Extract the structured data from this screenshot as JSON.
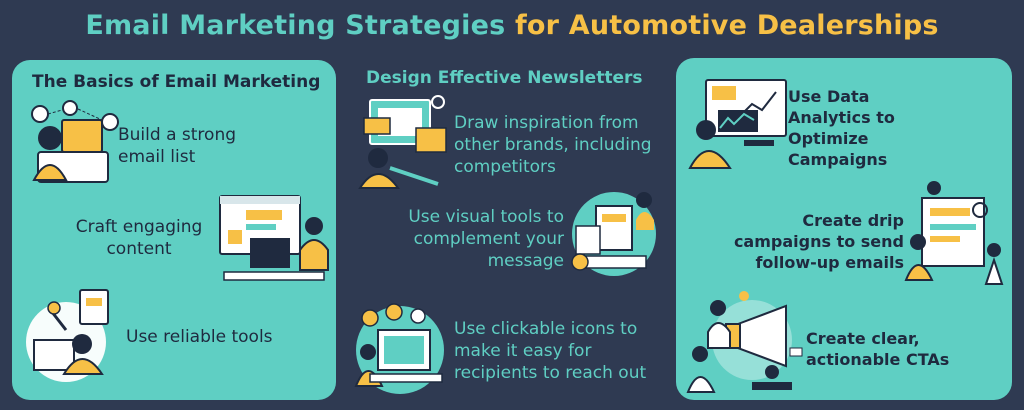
{
  "title": {
    "part1": "Email Marketing  Strategies ",
    "part2": "for Automotive Dealerships"
  },
  "colors": {
    "background": "#2f3a52",
    "panel": "#5fcfc3",
    "accent_yellow": "#f7c046",
    "dark_text": "#1f2a3f"
  },
  "left": {
    "heading": "The Basics of Email Marketing",
    "items": [
      {
        "label": "Build a strong email list",
        "icon": "email-list-illustration"
      },
      {
        "label": "Craft engaging content",
        "icon": "content-writing-illustration"
      },
      {
        "label": "Use reliable tools",
        "icon": "tools-illustration"
      }
    ]
  },
  "middle": {
    "heading": "Design Effective Newsletters",
    "items": [
      {
        "label": "Draw inspiration from other brands, including competitors",
        "icon": "inspiration-illustration"
      },
      {
        "label": "Use visual tools to complement your message",
        "icon": "visual-tools-illustration"
      },
      {
        "label": "Use clickable icons to make it easy for recipients to reach out",
        "icon": "clickable-icons-illustration"
      }
    ]
  },
  "right": {
    "items": [
      {
        "label": "Use Data Analytics to Optimize Campaigns",
        "icon": "analytics-illustration"
      },
      {
        "label": "Create drip campaigns to send follow-up emails",
        "icon": "drip-campaign-illustration"
      },
      {
        "label": "Create clear, actionable CTAs",
        "icon": "cta-illustration"
      }
    ]
  }
}
